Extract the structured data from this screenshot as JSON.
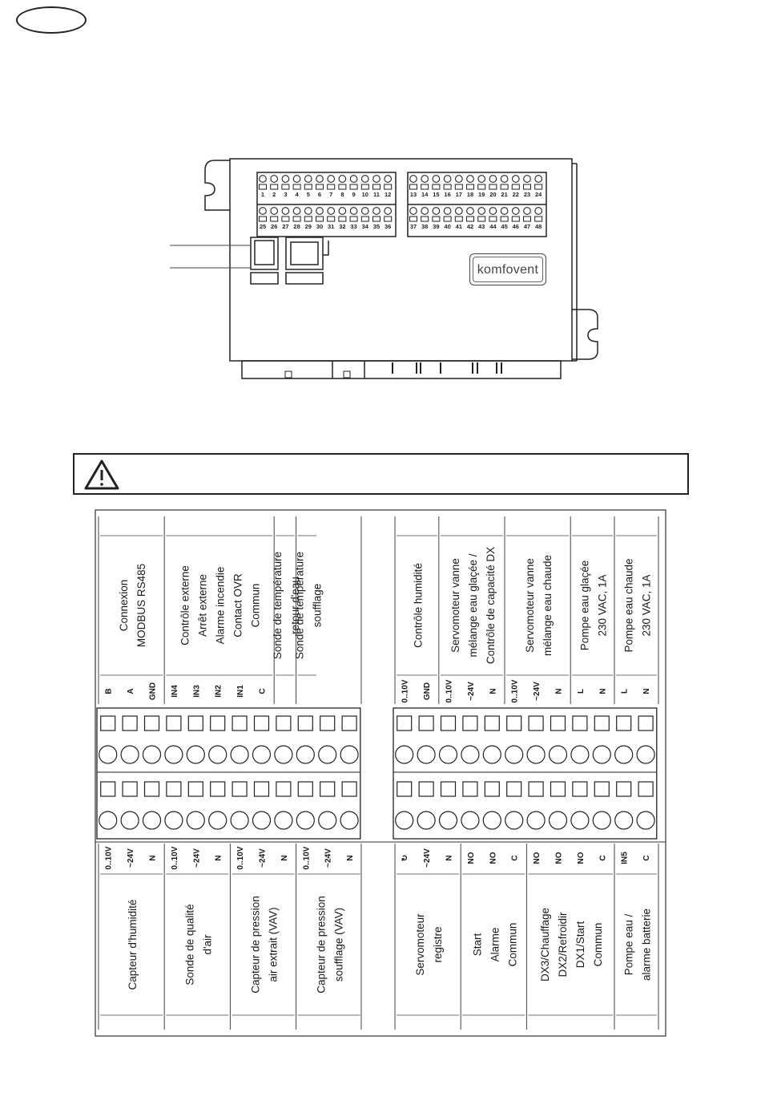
{
  "logo_text": "komfovent",
  "board": {
    "terminals_top_left": [
      "1",
      "2",
      "3",
      "4",
      "5",
      "6",
      "7",
      "8",
      "9",
      "10",
      "11",
      "12"
    ],
    "terminals_top_right": [
      "13",
      "14",
      "15",
      "16",
      "17",
      "18",
      "19",
      "20",
      "21",
      "22",
      "23",
      "24"
    ],
    "terminals_mid_left": [
      "25",
      "26",
      "27",
      "28",
      "29",
      "30",
      "31",
      "32",
      "33",
      "34",
      "35",
      "36"
    ],
    "terminals_mid_right": [
      "37",
      "38",
      "39",
      "40",
      "41",
      "42",
      "43",
      "44",
      "45",
      "46",
      "47",
      "48"
    ]
  },
  "top_left_groups": [
    {
      "label": "Connexion\nMODBUS RS485",
      "pins": [
        "B",
        "A",
        "GND"
      ]
    },
    {
      "label": "Contrôle externe\nArrêt externe\nAlarme incendie\nContact OVR\nCommun",
      "pins": [
        "IN4",
        "IN3",
        "IN2",
        "IN1",
        "C"
      ]
    },
    {
      "label": "Sonde de température\nretour d'eau",
      "pins": [
        ""
      ]
    },
    {
      "label": "Sonde de température\nsoufflage",
      "pins": [
        ""
      ]
    }
  ],
  "top_right_groups": [
    {
      "label": "Contrôle humidité",
      "pins": [
        "0..10V",
        "GND"
      ]
    },
    {
      "label": "Servomoteur vanne\nmélange eau glaçée /\nContrôle de capacité DX",
      "pins": [
        "0..10V",
        "~24V",
        "N"
      ]
    },
    {
      "label": "Servomoteur vanne\nmélange eau chaude",
      "pins": [
        "0..10V",
        "~24V",
        "N"
      ]
    },
    {
      "label": "Pompe eau glaçée\n230 VAC, 1A",
      "pins": [
        "L",
        "N"
      ]
    },
    {
      "label": "Pompe eau chaude\n230 VAC, 1A",
      "pins": [
        "L",
        "N"
      ]
    }
  ],
  "bottom_left_groups": [
    {
      "label": "Capteur d'humidité",
      "pins": [
        "0..10V",
        "~24V",
        "N"
      ]
    },
    {
      "label": "Sonde de qualité\nd'air",
      "pins": [
        "0..10V",
        "~24V",
        "N"
      ]
    },
    {
      "label": "Capteur de pression\nair extrait (VAV)",
      "pins": [
        "0..10V",
        "~24V",
        "N"
      ]
    },
    {
      "label": "Capteur de pression\nsoufflage (VAV)",
      "pins": [
        "0..10V",
        "~24V",
        "N"
      ]
    }
  ],
  "bottom_right_groups": [
    {
      "label": "Servomoteur\nregistre",
      "pins": [
        "↻",
        "~24V",
        "N"
      ]
    },
    {
      "label": "Start\nAlarme\nCommun",
      "pins": [
        "NO",
        "NO",
        "C"
      ]
    },
    {
      "label": "DX3/Chauffage\nDX2/Refroidir\nDX1/Start\nCommun",
      "pins": [
        "NO",
        "NO",
        "NO",
        "C"
      ]
    },
    {
      "label": "Pompe eau /\nalarme batterie",
      "pins": [
        "IN5",
        "C"
      ]
    }
  ]
}
